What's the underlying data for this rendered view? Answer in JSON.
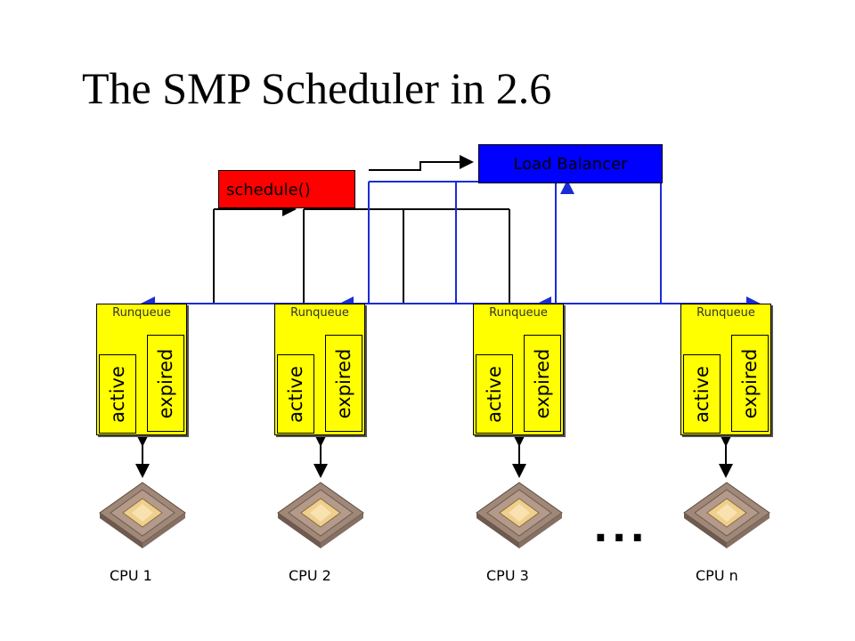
{
  "title": "The SMP Scheduler in 2.6",
  "load_balancer": "Load Balancer",
  "schedule": "schedule()",
  "runqueue_label": "Runqueue",
  "active_label": "active",
  "expired_label": "expired",
  "cpus": [
    "CPU 1",
    "CPU 2",
    "CPU 3",
    "CPU n"
  ],
  "ellipsis": "...",
  "colors": {
    "load_balancer": "#0000ff",
    "schedule": "#ff0000",
    "runqueue": "#ffff00",
    "chip": "#9c8576"
  }
}
